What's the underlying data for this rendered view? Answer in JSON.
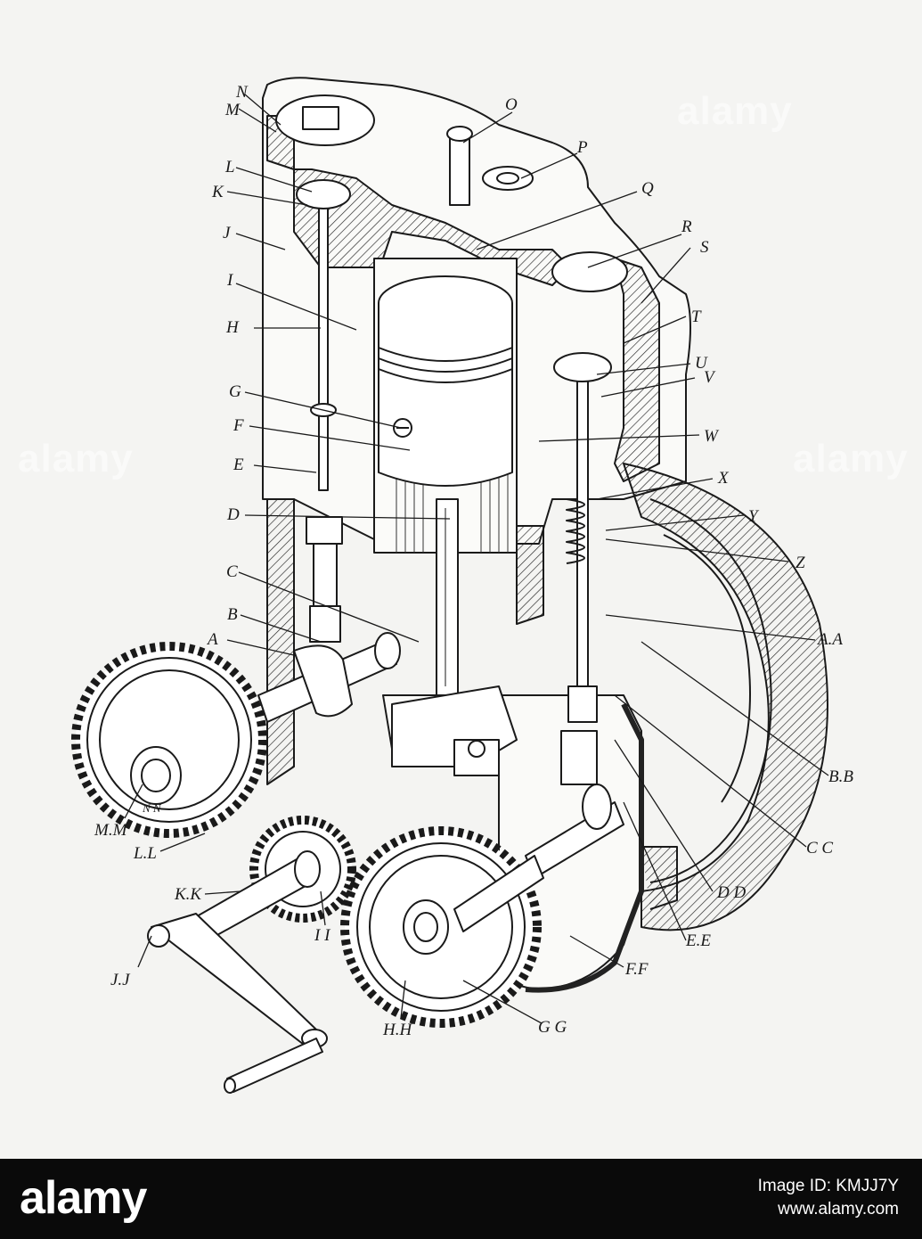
{
  "labels": {
    "N": "N",
    "M": "M",
    "O": "O",
    "P": "P",
    "L": "L",
    "K": "K",
    "Q": "Q",
    "J": "J",
    "R": "R",
    "S": "S",
    "I": "I",
    "H": "H",
    "T": "T",
    "U": "U",
    "V": "V",
    "G": "G",
    "W": "W",
    "F": "F",
    "E": "E",
    "X": "X",
    "D": "D",
    "Y": "Y",
    "Z": "Z",
    "C": "C",
    "B": "B",
    "AA": "A.A",
    "A": "A",
    "BB": "B.B",
    "NN": "N N",
    "MM": "M.M",
    "CC": "C C",
    "LL": "L.L",
    "KK": "K.K",
    "DD": "D D",
    "II": "I I",
    "EE": "E.E",
    "JJ": "J.J",
    "FF": "F.F",
    "HH": "H.H",
    "GG": "G G"
  },
  "watermark": {
    "text": "alamy"
  },
  "footer": {
    "logo": "alamy",
    "image_id": "Image ID: KMJJ7Y",
    "website": "www.alamy.com"
  }
}
